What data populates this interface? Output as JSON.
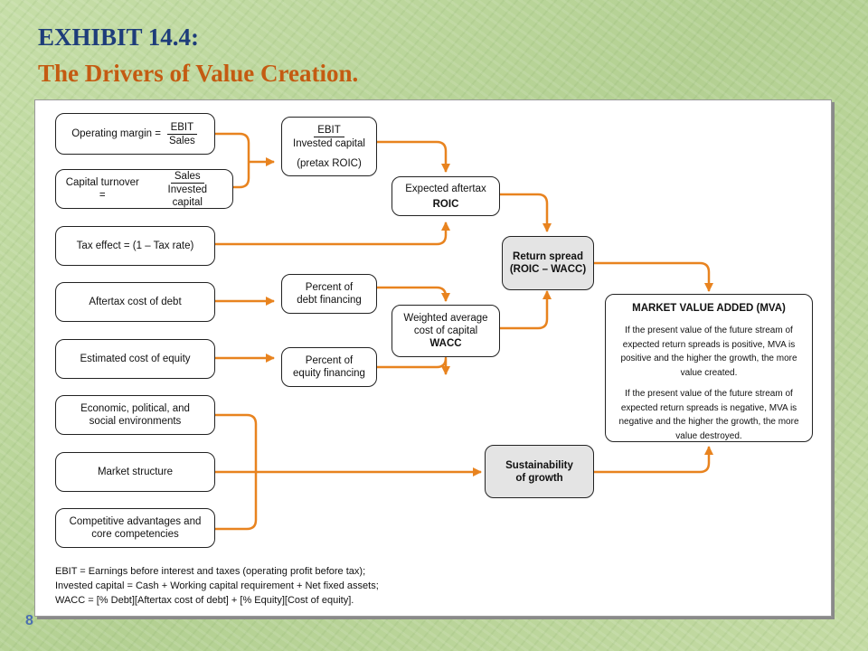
{
  "header": {
    "title_line1": "EXHIBIT 14.4:",
    "title_line2": "The Drivers of Value Creation."
  },
  "slide": {
    "page_number": "8"
  },
  "colors": {
    "arrow": "#e8831f",
    "title_blue": "#1e3d7a",
    "title_orange": "#c45b12",
    "node_gray": "#e4e4e4"
  },
  "nodes": {
    "operating_margin": {
      "label": "Operating margin =",
      "numerator": "EBIT",
      "denominator": "Sales"
    },
    "capital_turnover": {
      "label": "Capital turnover =",
      "numerator": "Sales",
      "denominator": "Invested capital"
    },
    "tax_effect": {
      "label": "Tax effect = (1 – Tax rate)"
    },
    "aftertax_cost_debt": {
      "label": "Aftertax cost of debt"
    },
    "cost_of_equity": {
      "label": "Estimated cost of equity"
    },
    "environments": {
      "line1": "Economic, political, and",
      "line2": "social environments"
    },
    "market_structure": {
      "label": "Market structure"
    },
    "competitive_advantages": {
      "line1": "Competitive advantages and",
      "line2": "core competencies"
    },
    "pretax_roic": {
      "numerator": "EBIT",
      "denominator": "Invested capital",
      "note": "(pretax ROIC)"
    },
    "aftertax_roic": {
      "line1": "Expected aftertax",
      "line2": "ROIC"
    },
    "debt_financing": {
      "line1": "Percent of",
      "line2": "debt financing"
    },
    "equity_financing": {
      "line1": "Percent of",
      "line2": "equity financing"
    },
    "wacc": {
      "line1": "Weighted average",
      "line2": "cost of capital",
      "line3": "WACC"
    },
    "return_spread": {
      "line1": "Return spread",
      "line2": "(ROIC – WACC)"
    },
    "sustainability": {
      "line1": "Sustainability",
      "line2": "of growth"
    },
    "mva": {
      "title": "MARKET VALUE ADDED (MVA)",
      "positive": "If the present value of the future stream of expected return spreads is positive, MVA is positive and the higher the growth, the more value created.",
      "negative": "If the present value of the future stream of expected return spreads is negative, MVA is negative and the higher the growth, the more value destroyed."
    }
  },
  "footnotes": [
    "EBIT = Earnings before interest and taxes (operating profit before tax);",
    "Invested capital = Cash + Working capital requirement + Net fixed assets;",
    "WACC = [% Debt][Aftertax cost of debt] + [% Equity][Cost of equity]."
  ]
}
